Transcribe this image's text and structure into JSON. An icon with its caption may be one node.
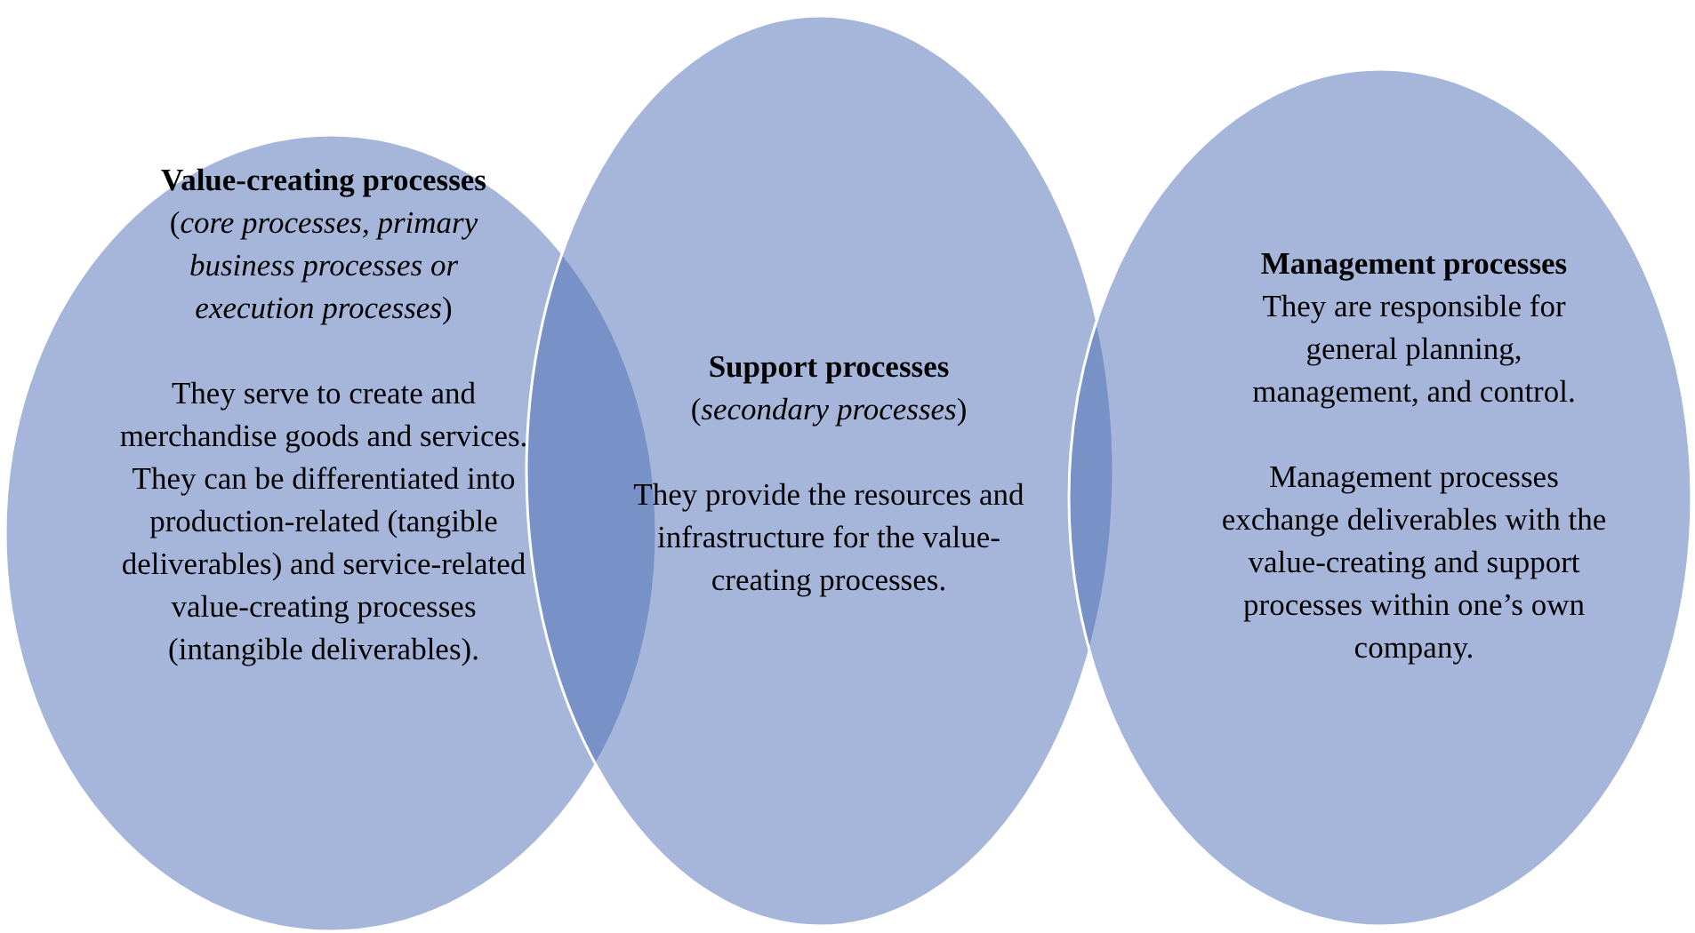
{
  "diagram": {
    "nodes": [
      {
        "text": [
          "Value-creating processes",
          "(*core processes, primary business processes or execution processes*)",
          "They serve to create and merchandise goods and services. They can be differentiated into production-related (tangible deliverables) and service-related value-creating processes (intangible deliverables)."
        ]
      },
      {
        "text": [
          "Support processes",
          "(*secondary processes*)",
          "They provide the resources and infrastructure for the value-creating processes."
        ]
      },
      {
        "text": [
          "Management processes",
          "They are responsible for general planning, management, and control.",
          "Management processes exchange deliverables with the value-creating and support processes within one’s own company."
        ]
      }
    ]
  }
}
